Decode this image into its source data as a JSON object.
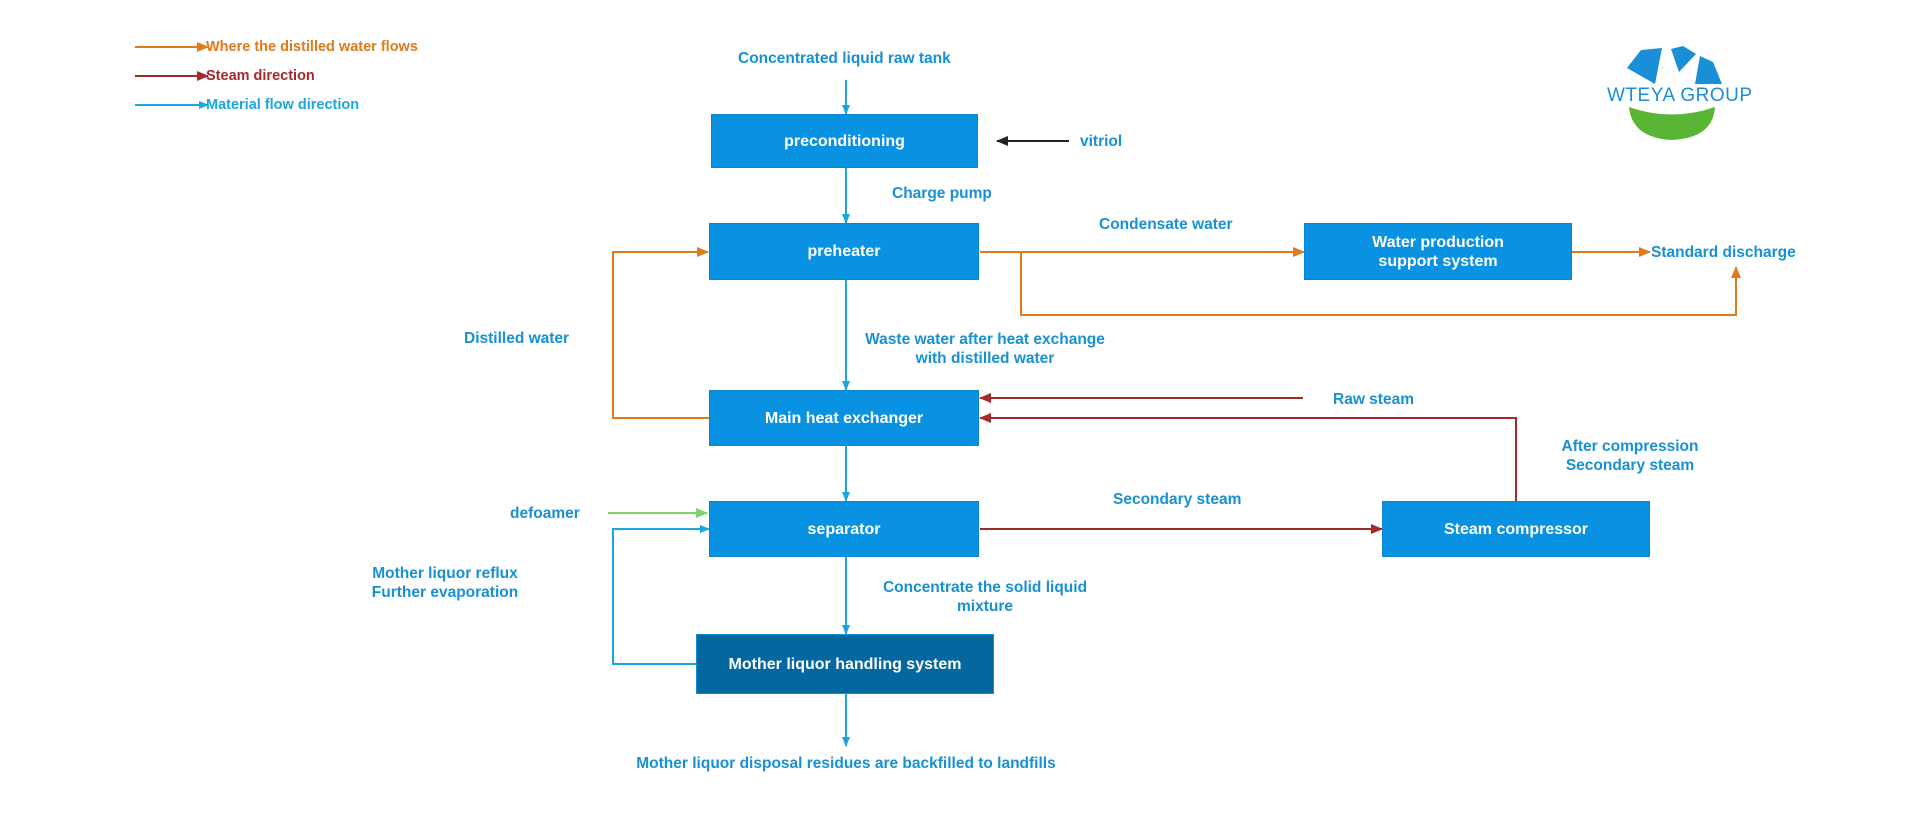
{
  "legend": [
    {
      "label": "Where the distilled water flows",
      "color": "#e07a1b"
    },
    {
      "label": "Steam direction",
      "color": "#a52a2a"
    },
    {
      "label": "Material flow direction",
      "color": "#1aa7df"
    }
  ],
  "logo": {
    "text": "WTEYA GROUP",
    "colors": {
      "blue": "#1a8fd8",
      "green": "#5ab534"
    }
  },
  "nodes": {
    "preconditioning": "preconditioning",
    "preheater": "preheater",
    "water_production": "Water production\nsupport system",
    "main_heat_exchanger": "Main heat exchanger",
    "separator": "separator",
    "steam_compressor": "Steam compressor",
    "mother_liquor": "Mother liquor handling  system"
  },
  "labels": {
    "raw_tank": "Concentrated liquid raw tank",
    "vitriol": "vitriol",
    "charge_pump": "Charge pump",
    "condensate_water": "Condensate water",
    "standard_discharge": "Standard discharge",
    "distilled_water": "Distilled water",
    "waste_water": "Waste water after heat exchange\nwith distilled water",
    "raw_steam": "Raw steam",
    "after_compression": "After compression\nSecondary steam",
    "defoamer": "defoamer",
    "secondary_steam": "Secondary steam",
    "mother_reflux": "Mother liquor reflux\nFurther evaporation",
    "concentrate_mixture": "Concentrate the solid liquid\nmixture",
    "disposal": "Mother liquor disposal residues are backfilled to landfills"
  },
  "colors": {
    "box_fill": "#0a92e2",
    "box_dark_fill": "#0567a0",
    "label_text": "#1791d4",
    "material_flow": "#1aa7df",
    "distilled_flow": "#e07a1b",
    "steam_flow": "#a52a2a",
    "defoamer_flow": "#7ed36a",
    "vitriol_arrow": "#222222"
  }
}
